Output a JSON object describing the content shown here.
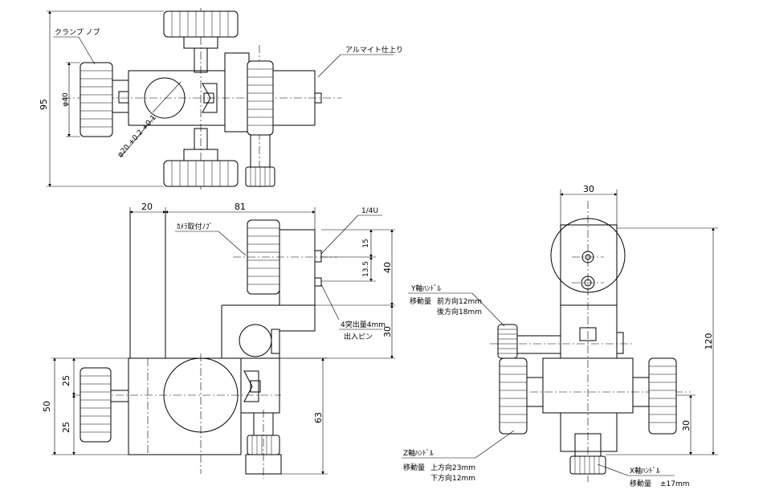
{
  "top_view": {
    "clamp_screw": "クランプ ノブ",
    "dim_95": "95",
    "dim_phi40": "φ40",
    "bore": "φ20 +0.2 +0.1",
    "alumite": "アルマイト仕上り"
  },
  "side_view": {
    "dim_20": "20",
    "dim_81": "81",
    "camera_mount_knob": "ｶﾒﾗ取付ﾉﾌﾞ",
    "thread": "1/4U",
    "dim_15": "15",
    "dim_13_5": "13.5",
    "dim_40": "40",
    "pin_note_1": "4突出量4mm",
    "pin_note_2": "出入ピン",
    "dim_30": "30",
    "dim_50": "50",
    "dim_25a": "25",
    "dim_25b": "25",
    "dim_63": "63"
  },
  "front_view": {
    "dim_30_top": "30",
    "dim_120": "120",
    "dim_30_right": "30",
    "y_axis_title": "Y軸ﾊﾝﾄﾞﾙ",
    "y_axis_travel_label": "移動量",
    "y_axis_forward": "前方向12mm",
    "y_axis_backward": "後方向18mm",
    "z_axis_title": "Z軸ﾊﾝﾄﾞﾙ",
    "z_axis_travel_label": "移動量",
    "z_axis_up": "上方向23mm",
    "z_axis_down": "下方向12mm",
    "x_axis_title": "X軸ﾊﾝﾄﾞﾙ",
    "x_axis_travel_label": "移動量",
    "x_axis_value": "±17mm"
  }
}
